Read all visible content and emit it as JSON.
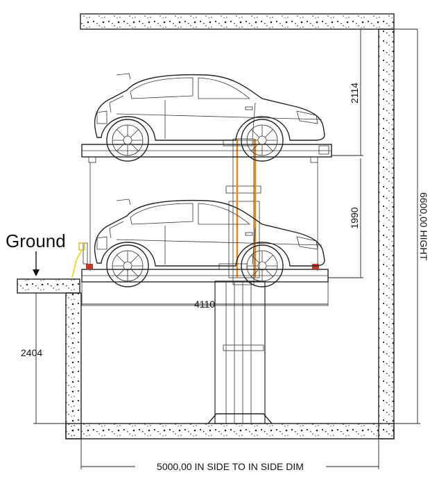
{
  "labels": {
    "ground": "Ground",
    "dim_upper_clearance": "2114",
    "dim_platform_spacing": "1990",
    "dim_platform_length": "4110",
    "dim_pit_depth": "2404",
    "dim_total_height": "6600,00 HIGHT",
    "dim_inside_width": "5000,00 IN SIDE TO IN SIDE DIM"
  },
  "colors": {
    "line": "#222222",
    "accent_post": "#e8861a",
    "accent_marker": "#f0d640",
    "accent_red": "#c0392b",
    "concrete_fill": "#ffffff"
  },
  "icons": {
    "ground_marker": "arrow-down-icon"
  }
}
